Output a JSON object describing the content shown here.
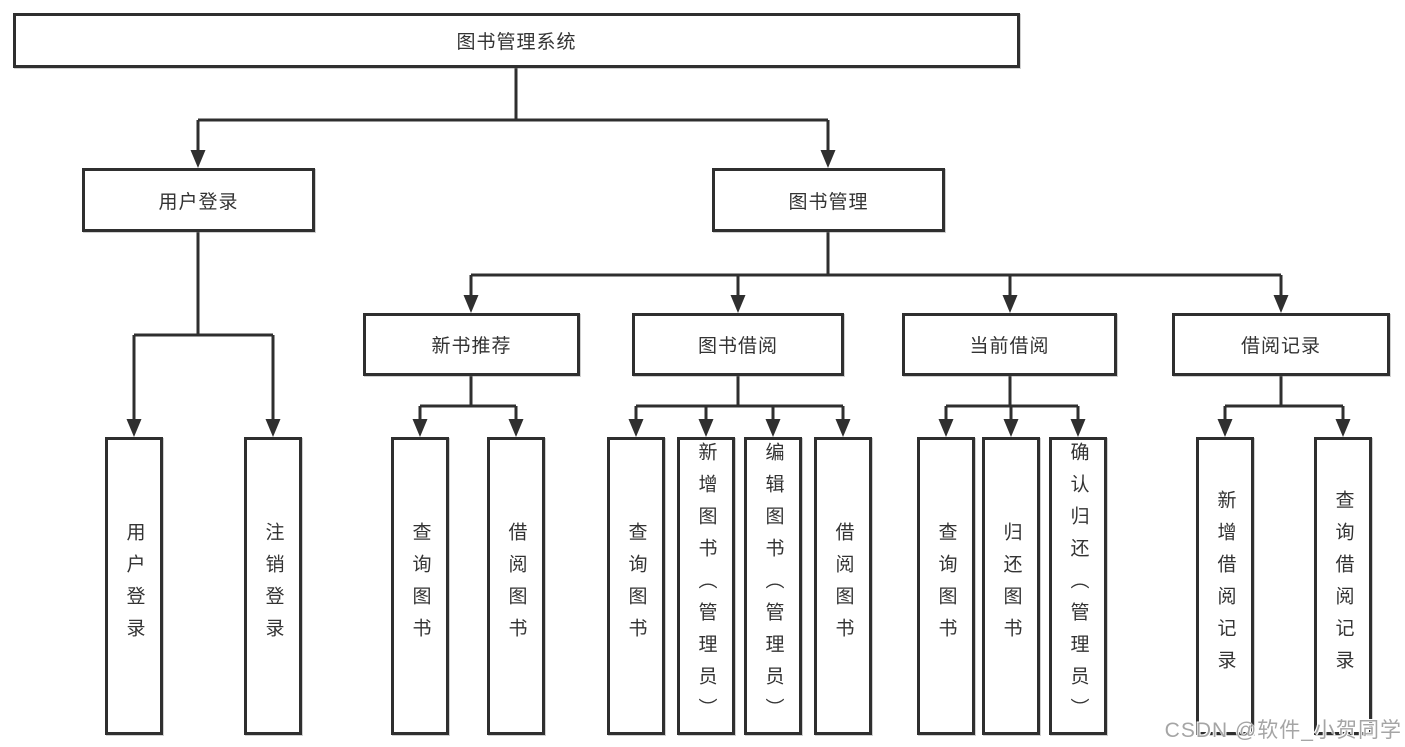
{
  "diagram": {
    "title_note": "functional structure tree of a library management system",
    "colors": {
      "line": "#2f2f2f",
      "box_border": "#2f2f2f",
      "box_fill": "#ffffff",
      "text": "#333333",
      "watermark": "#a5a5a5",
      "background": "#ffffff"
    },
    "nodes": {
      "root": "图书管理系统",
      "user_login": "用户登录",
      "book_mgmt": "图书管理",
      "new_book_rec": "新书推荐",
      "book_borrow": "图书借阅",
      "current_borrow": "当前借阅",
      "borrow_record": "借阅记录",
      "leaf_user_login": "用户登录",
      "leaf_logout": "注销登录",
      "rec_query_book": "查询图书",
      "rec_borrow_book": "借阅图书",
      "bb_query_book": "查询图书",
      "bb_add_book": "新增图书（管理员）",
      "bb_edit_book": "编辑图书（管理员）",
      "bb_borrow_book": "借阅图书",
      "cb_query_book": "查询图书",
      "cb_return_book": "归还图书",
      "cb_confirm_return": "确认归还（管理员）",
      "br_add_record": "新增借阅记录",
      "br_query_record": "查询借阅记录"
    },
    "watermark": "CSDN @软件_小贺同学"
  }
}
